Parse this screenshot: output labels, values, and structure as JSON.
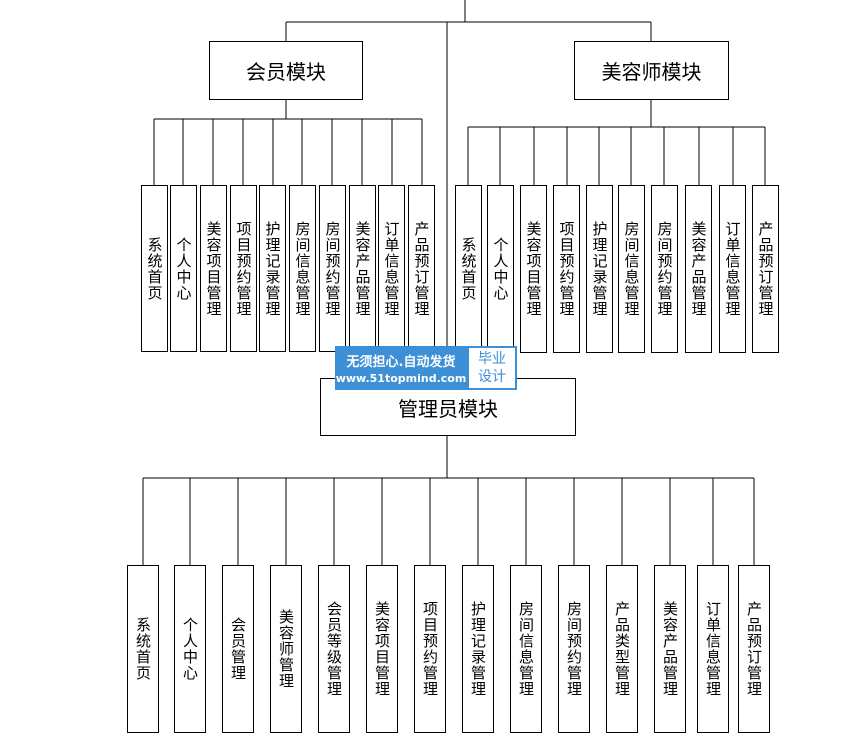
{
  "modules": {
    "member": {
      "title": "会员模块",
      "items": [
        "系统首页",
        "个人中心",
        "美容项目管理",
        "项目预约管理",
        "护理记录管理",
        "房间信息管理",
        "房间预约管理",
        "美容产品管理",
        "订单信息管理",
        "产品预订管理"
      ]
    },
    "beautician": {
      "title": "美容师模块",
      "items": [
        "系统首页",
        "个人中心",
        "美容项目管理",
        "项目预约管理",
        "护理记录管理",
        "房间信息管理",
        "房间预约管理",
        "美容产品管理",
        "订单信息管理",
        "产品预订管理"
      ]
    },
    "admin": {
      "title": "管理员模块",
      "items": [
        "系统首页",
        "个人中心",
        "会员管理",
        "美容师管理",
        "会员等级管理",
        "美容项目管理",
        "项目预约管理",
        "护理记录管理",
        "房间信息管理",
        "房间预约管理",
        "产品类型管理",
        "美容产品管理",
        "订单信息管理",
        "产品预订管理"
      ]
    }
  },
  "watermark": {
    "line1": "无须担心.自动发货",
    "line2": "www.51topmind.com",
    "badge_top": "毕业",
    "badge_bottom": "设计"
  }
}
